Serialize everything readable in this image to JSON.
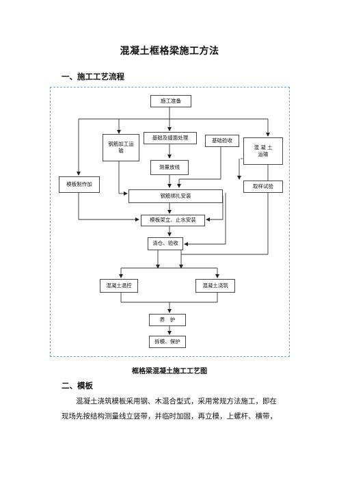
{
  "doc": {
    "title": "混凝土框格梁施工方法",
    "section1": "一、施工工艺流程",
    "caption": "框格梁混凝土施工工艺图",
    "section2": "二、模板",
    "paragraph": "混凝土浇筑模板采用钢、木混合型式，采用常规方法施工，即在现场先按结构测量线立竖带，并临时加固，再立模，上螺杆、横带，"
  },
  "flow": {
    "prep": "施工准备",
    "rebar_transport": "钢筋加工运\n输",
    "foundation": "基础及缝面处理",
    "foundation_check": "基础验收",
    "concrete_transport": "混 凝 土\n运输",
    "survey": "测量放线",
    "formwork_make": "模板制作加",
    "sampling": "取样试验",
    "rebar_tie": "钢筋绑扎安装",
    "formwork_install": "模板架立、止水安装",
    "clean": "清仓、验收",
    "temp_control": "混凝土温控",
    "pour": "混凝土浇筑",
    "cure": "养　护",
    "strip": "拆模、保护"
  }
}
